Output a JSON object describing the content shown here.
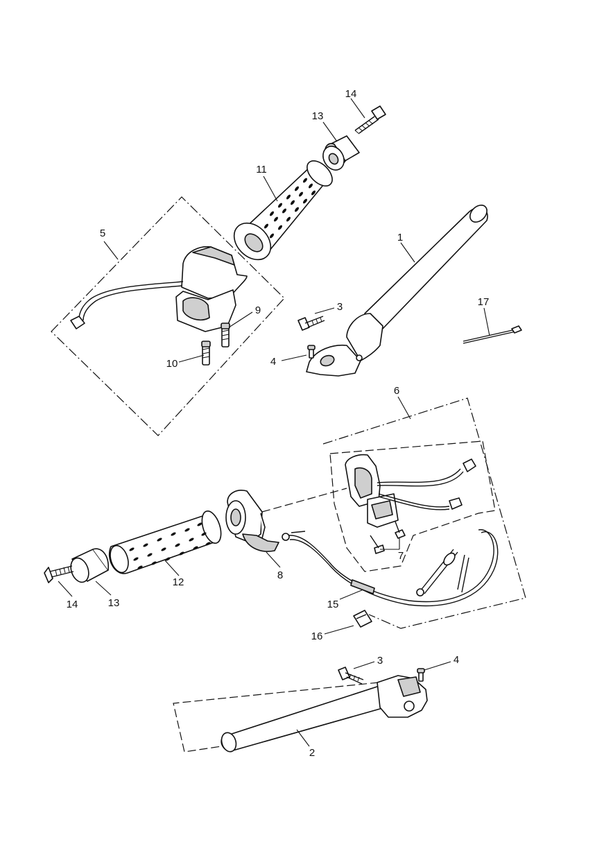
{
  "callouts": [
    {
      "id": "c1",
      "label": "1"
    },
    {
      "id": "c2",
      "label": "2"
    },
    {
      "id": "c3a",
      "label": "3"
    },
    {
      "id": "c3b",
      "label": "3"
    },
    {
      "id": "c4a",
      "label": "4"
    },
    {
      "id": "c4b",
      "label": "4"
    },
    {
      "id": "c5",
      "label": "5"
    },
    {
      "id": "c6",
      "label": "6"
    },
    {
      "id": "c7",
      "label": "7"
    },
    {
      "id": "c8",
      "label": "8"
    },
    {
      "id": "c9",
      "label": "9"
    },
    {
      "id": "c10",
      "label": "10"
    },
    {
      "id": "c11",
      "label": "11"
    },
    {
      "id": "c12",
      "label": "12"
    },
    {
      "id": "c13a",
      "label": "13"
    },
    {
      "id": "c13b",
      "label": "13"
    },
    {
      "id": "c14a",
      "label": "14"
    },
    {
      "id": "c14b",
      "label": "14"
    },
    {
      "id": "c15",
      "label": "15"
    },
    {
      "id": "c16",
      "label": "16"
    },
    {
      "id": "c17",
      "label": "17"
    }
  ]
}
